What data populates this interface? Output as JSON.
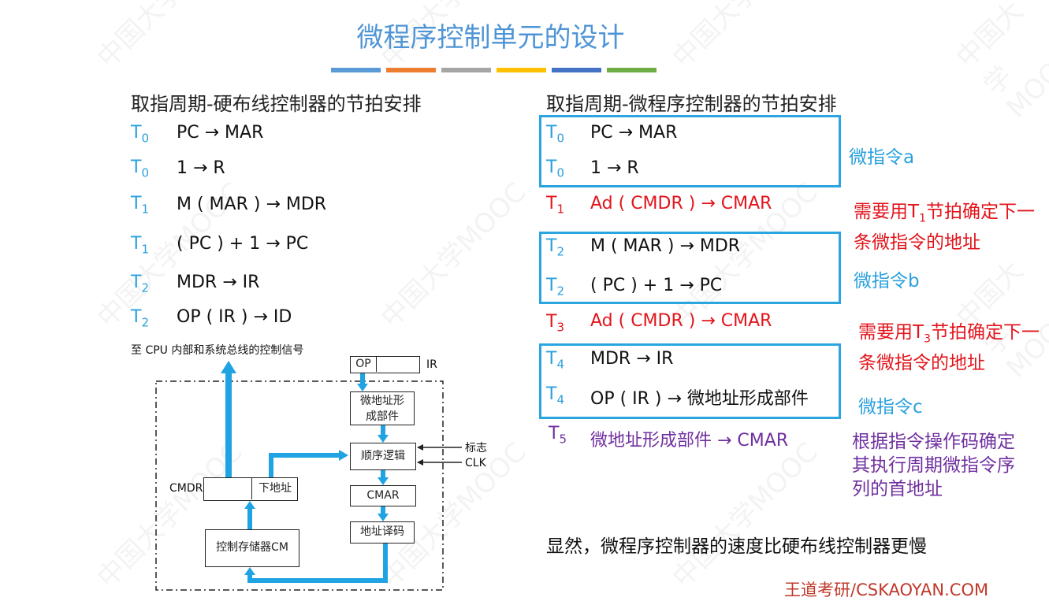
{
  "title": "微程序控制单元的设计",
  "color_bar": [
    "#5b9bd5",
    "#ed7d31",
    "#a5a5a5",
    "#ffc000",
    "#4472c4",
    "#70ad47"
  ],
  "left": {
    "heading": "取指周期-硬布线控制器的节拍安排",
    "rows": [
      {
        "t": "T",
        "sub": "0",
        "op": "PC → MAR"
      },
      {
        "t": "T",
        "sub": "0",
        "op": "1 → R"
      },
      {
        "t": "T",
        "sub": "1",
        "op": "M ( MAR ) → MDR"
      },
      {
        "t": "T",
        "sub": "1",
        "op": "( PC ) + 1 → PC"
      },
      {
        "t": "T",
        "sub": "2",
        "op": "MDR → IR"
      },
      {
        "t": "T",
        "sub": "2",
        "op": "OP ( IR ) → ID"
      }
    ]
  },
  "diagram": {
    "signal_label": "至 CPU 内部和系统总线的控制信号",
    "op": "OP",
    "ir": "IR",
    "micro_addr_gen": "微地址形成部件",
    "sequencer": "顺序逻辑",
    "flag": "标志",
    "clk": "CLK",
    "cmdr": "CMDR",
    "next_addr": "下地址",
    "cmar": "CMAR",
    "addr_decoder": "地址译码",
    "control_store": "控制存储器CM"
  },
  "right": {
    "heading": "取指周期-微程序控制器的节拍安排",
    "rows": [
      {
        "t": "T",
        "sub": "0",
        "op": "PC → MAR",
        "color": "black"
      },
      {
        "t": "T",
        "sub": "0",
        "op": "1 → R",
        "color": "black"
      },
      {
        "t": "T",
        "sub": "1",
        "op": "Ad ( CMDR ) → CMAR",
        "color": "red"
      },
      {
        "t": "T",
        "sub": "2",
        "op": "M ( MAR ) → MDR",
        "color": "black"
      },
      {
        "t": "T",
        "sub": "2",
        "op": "( PC ) + 1 → PC",
        "color": "black"
      },
      {
        "t": "T",
        "sub": "3",
        "op": "Ad ( CMDR ) → CMAR",
        "color": "red"
      },
      {
        "t": "T",
        "sub": "4",
        "op": "MDR → IR",
        "color": "black"
      },
      {
        "t": "T",
        "sub": "4",
        "op": "OP ( IR ) → 微地址形成部件",
        "color": "black"
      },
      {
        "t": "T",
        "sub": "5",
        "op": "微地址形成部件 → CMAR",
        "color": "purple"
      }
    ],
    "labels": {
      "a": "微指令a",
      "b": "微指令b",
      "c": "微指令c"
    },
    "notes": {
      "t1_pre": "需要用",
      "t1_t": "T",
      "t1_sub": "1",
      "t1_post": "节拍确定下一条微指令的地址",
      "t3_pre": "需要用",
      "t3_t": "T",
      "t3_sub": "3",
      "t3_post": "节拍确定下一条微指令的地址",
      "t5": "根据指令操作码确定其执行周期微指令序列的首地址"
    },
    "conclusion": "显然，微程序控制器的速度比硬布线控制器更慢"
  },
  "footer": "王道考研/CSKAOYAN.COM",
  "watermark": "中国大学MOOC"
}
